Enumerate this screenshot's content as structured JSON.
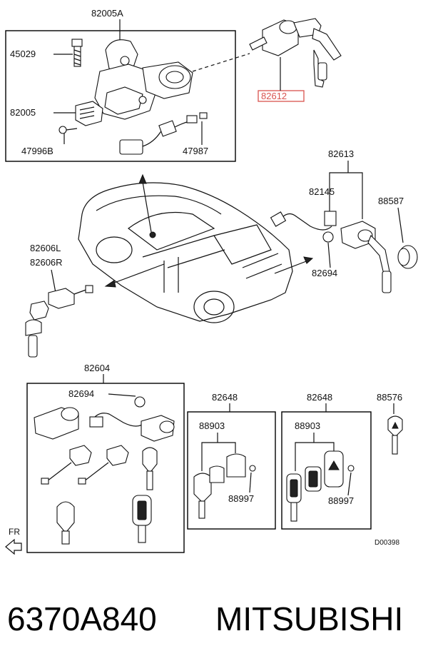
{
  "labels": {
    "p82005A": "82005A",
    "p45029": "45029",
    "p82005": "82005",
    "p47996B": "47996B",
    "p47987": "47987",
    "p82612": "82612",
    "p82613": "82613",
    "p82145": "82145",
    "p88587": "88587",
    "p82694_top": "82694",
    "p82606L": "82606L",
    "p82606R": "82606R",
    "p82604": "82604",
    "p82694_box": "82694",
    "p82648_a": "82648",
    "p82648_b": "82648",
    "p88576": "88576",
    "p88903_a": "88903",
    "p88903_b": "88903",
    "p88997_a": "88997",
    "p88997_b": "88997"
  },
  "front_marker": "FR",
  "diagram_code": "D00398",
  "footer": {
    "part_number": "6370A840",
    "brand": "MITSUBISHI"
  },
  "highlight_color": "#d9534f"
}
